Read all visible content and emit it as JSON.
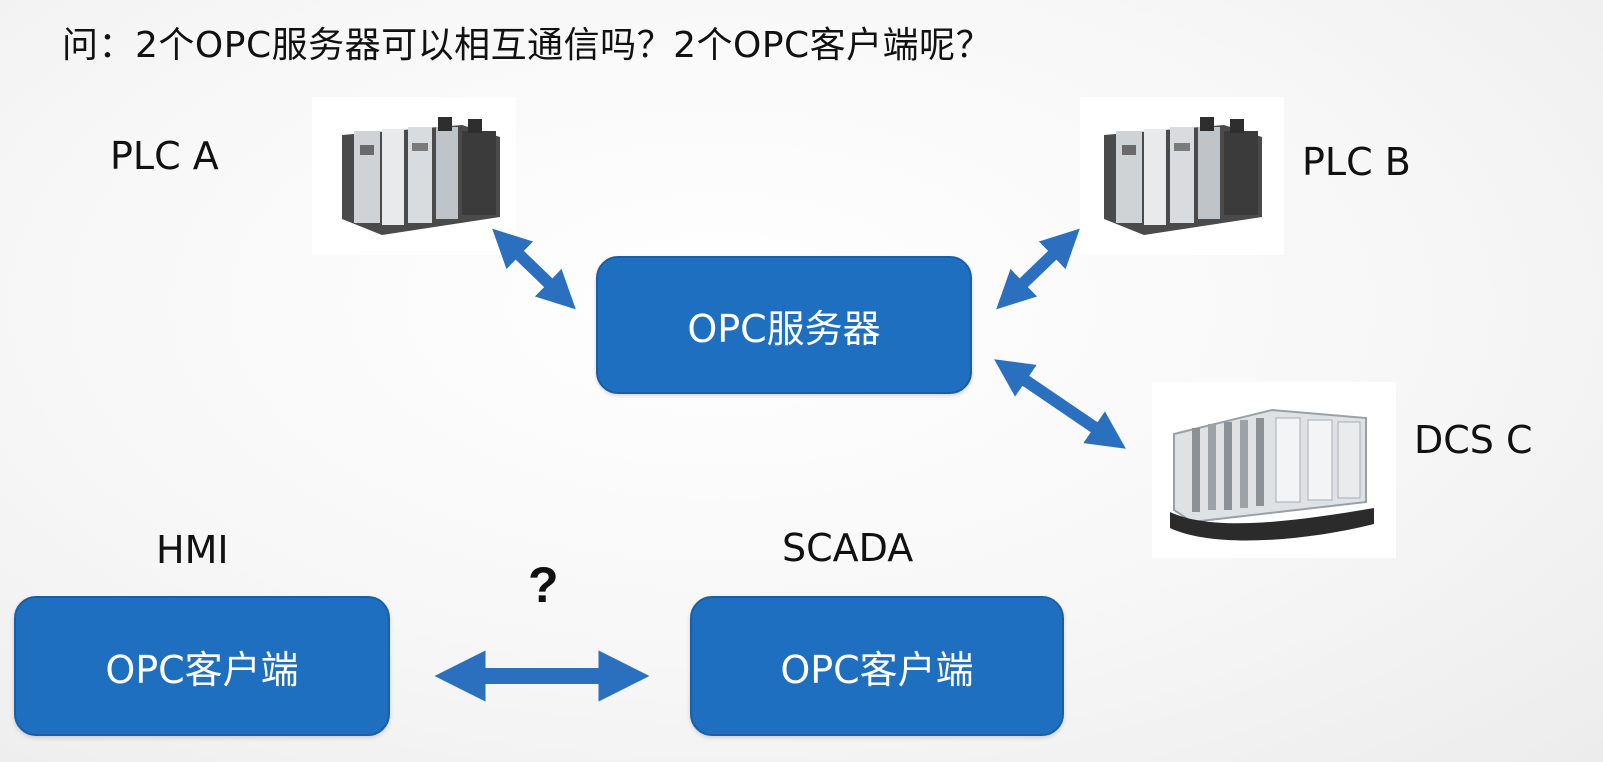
{
  "question": "问：2个OPC服务器可以相互通信吗？2个OPC客户端呢？",
  "nodes": {
    "plc_a": {
      "label": "PLC A"
    },
    "plc_b": {
      "label": "PLC B"
    },
    "dcs_c": {
      "label": "DCS C"
    },
    "opc_server": {
      "label": "OPC服务器"
    },
    "hmi": {
      "label": "HMI",
      "box_label": "OPC客户端"
    },
    "scada": {
      "label": "SCADA",
      "box_label": "OPC客户端"
    }
  },
  "question_mark": "?",
  "colors": {
    "box_fill": "#1f6fc1",
    "arrow": "#2a70bf",
    "text": "#111111"
  },
  "icons": {
    "plc": "plc-device-icon",
    "dcs": "dcs-rack-icon"
  }
}
